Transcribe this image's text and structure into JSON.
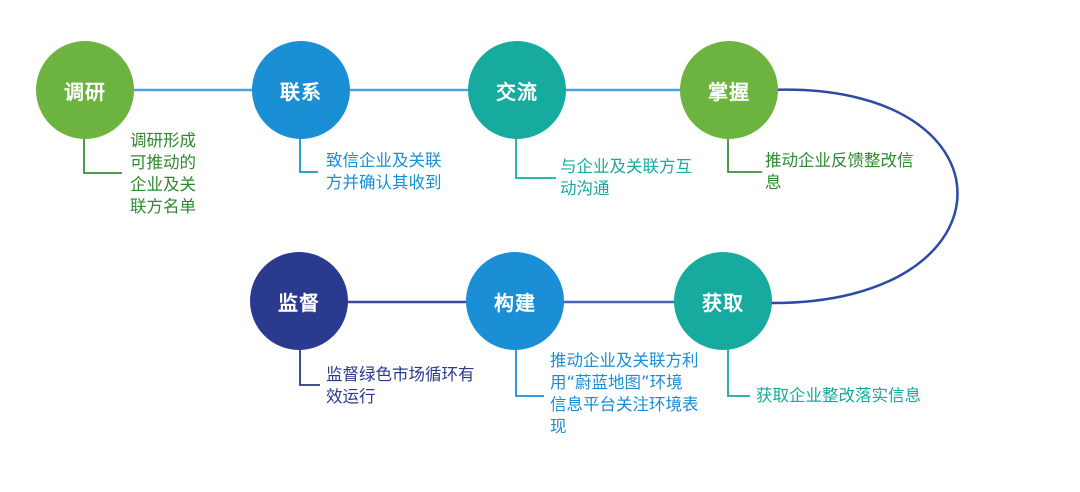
{
  "colors": {
    "green": "#6db33f",
    "blue": "#1a8fd6",
    "teal": "#16ab9e",
    "navy": "#293a8f",
    "green_text": "#2e8a2e",
    "blue_text": "#1a8fd6",
    "teal_text": "#16ab9e",
    "navy_text": "#293a8f",
    "loop_line": "#2d4aa6"
  },
  "steps": [
    {
      "label": "调研",
      "description": "调研形成\n可推动的\n企业及关\n联方名单",
      "color": "green"
    },
    {
      "label": "联系",
      "description": "致信企业及关联\n方并确认其收到",
      "color": "blue"
    },
    {
      "label": "交流",
      "description": "与企业及关联方互\n动沟通",
      "color": "teal"
    },
    {
      "label": "掌握",
      "description": "推动企业反馈整改信\n息",
      "color": "green"
    },
    {
      "label": "获取",
      "description": "获取企业整改落实信息",
      "color": "teal"
    },
    {
      "label": "构建",
      "description": "推动企业及关联方利\n用“蔚蓝地图”环境\n信息平台关注环境表\n现",
      "color": "blue"
    },
    {
      "label": "监督",
      "description": "监督绿色市场循环有\n效运行",
      "color": "navy"
    }
  ]
}
